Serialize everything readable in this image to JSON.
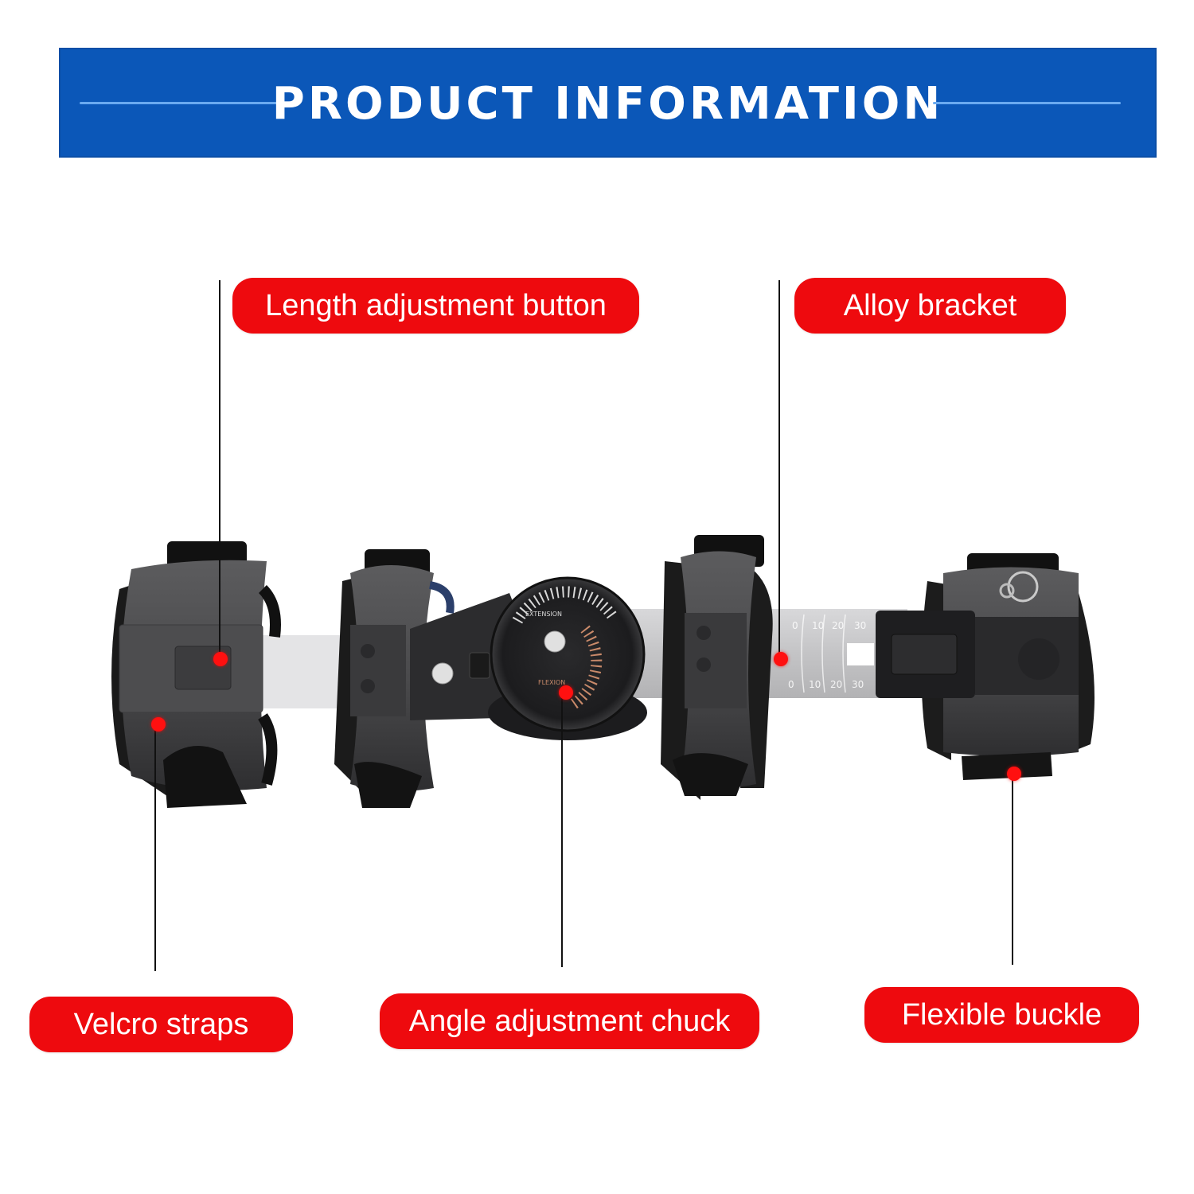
{
  "banner": {
    "title": "PRODUCT INFORMATION",
    "background_color": "#0B57B8",
    "line_color": "#6AAAF0"
  },
  "product": {
    "name": "hinged-knee-brace",
    "dial_labels": [
      "EXTENSION",
      "FLEXION"
    ],
    "bracket_scale_top": [
      "0",
      "10",
      "20",
      "30"
    ],
    "bracket_scale_bottom": [
      "0",
      "10",
      "20",
      "30"
    ]
  },
  "callouts": [
    {
      "id": "length-adjustment-button",
      "label": "Length adjustment button",
      "color": "#EE0A0E"
    },
    {
      "id": "alloy-bracket",
      "label": "Alloy bracket",
      "color": "#EE0A0E"
    },
    {
      "id": "velcro-straps",
      "label": "Velcro straps",
      "color": "#EE0A0E"
    },
    {
      "id": "angle-adjustment-chuck",
      "label": "Angle adjustment chuck",
      "color": "#EE0A0E"
    },
    {
      "id": "flexible-buckle",
      "label": "Flexible buckle",
      "color": "#EE0A0E"
    }
  ]
}
